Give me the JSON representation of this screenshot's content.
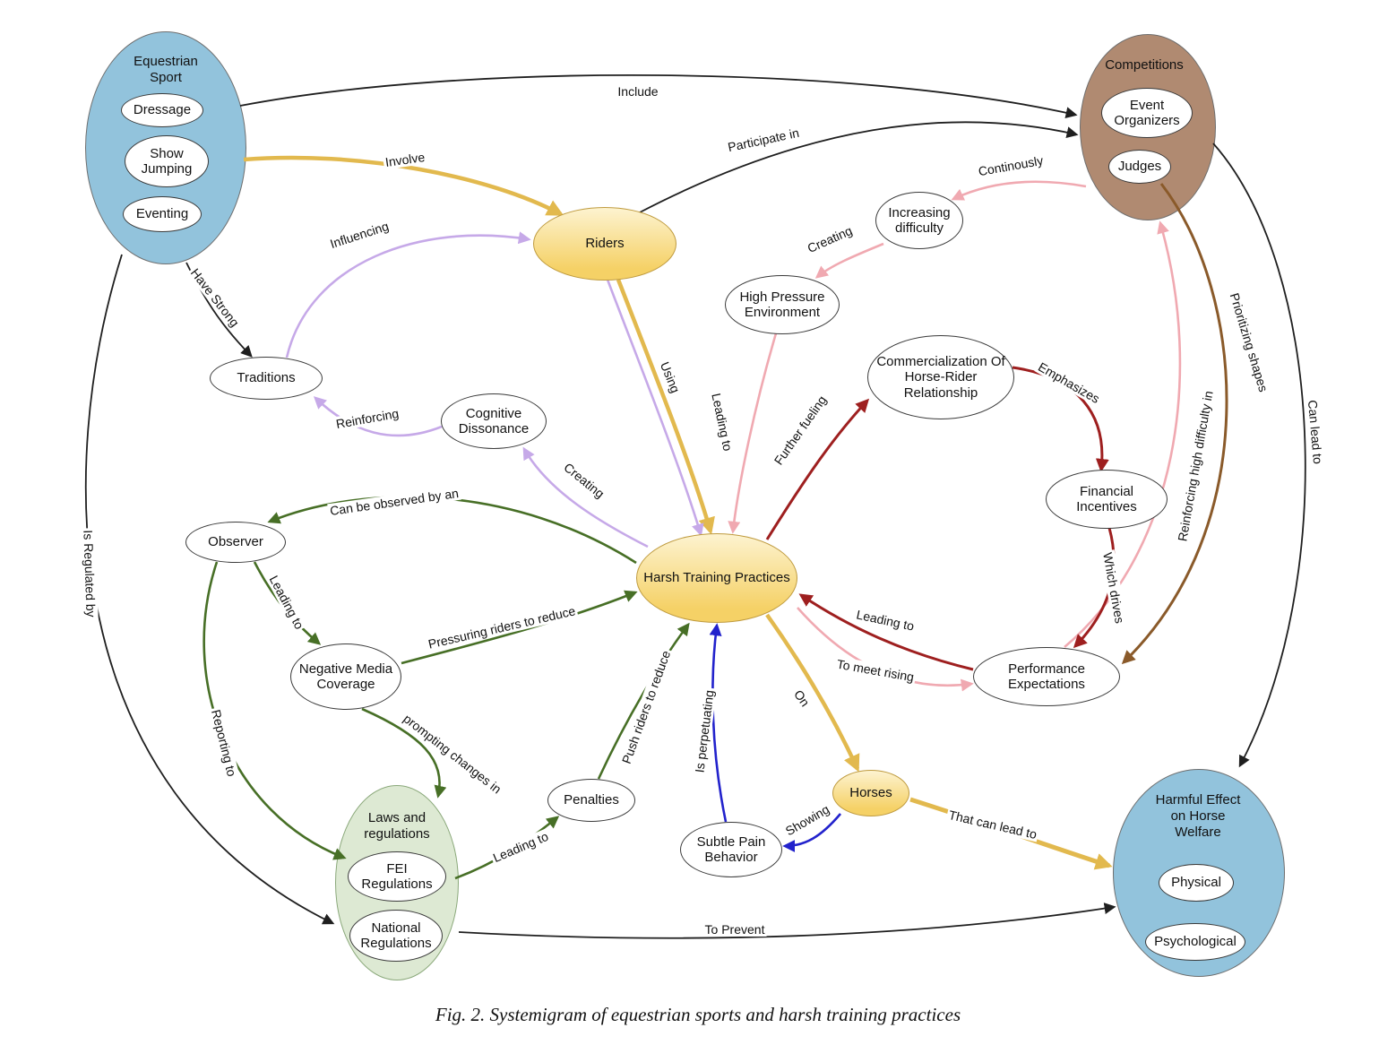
{
  "figure_caption": "Fig. 2. Systemigram of equestrian sports and harsh training practices",
  "colors": {
    "blue_group": "#92c3dc",
    "brown_group": "#b08a71",
    "green_group": "#dde9d3",
    "yellow_node_top": "#fdf3d0",
    "yellow_node_bottom": "#f5d166",
    "edge_black": "#1f1f1f",
    "edge_yellow": "#e2b94e",
    "edge_pink": "#f0a9b1",
    "edge_purple": "#c6a9e8",
    "edge_darkred": "#9e1f1f",
    "edge_green": "#476f26",
    "edge_blue": "#2222cc",
    "edge_brown": "#8a5a2a"
  },
  "nodes": {
    "equestrian_sport": {
      "title": "Equestrian Sport",
      "items": {
        "dressage": "Dressage",
        "show_jumping": "Show Jumping",
        "eventing": "Eventing"
      }
    },
    "competitions": {
      "title": "Competitions",
      "items": {
        "event_organizers": "Event Organizers",
        "judges": "Judges"
      }
    },
    "laws": {
      "title": "Laws and regulations",
      "items": {
        "fei": "FEI Regulations",
        "national": "National Regulations"
      }
    },
    "harmful_effect": {
      "title": "Harmful Effect on Horse Welfare",
      "items": {
        "physical": "Physical",
        "psychological": "Psychological"
      }
    },
    "riders": "Riders",
    "harsh_training": "Harsh Training Practices",
    "horses": "Horses",
    "traditions": "Traditions",
    "cognitive_dissonance": "Cognitive Dissonance",
    "observer": "Observer",
    "negative_media": "Negative Media Coverage",
    "penalties": "Penalties",
    "subtle_pain": "Subtle Pain Behavior",
    "increasing_difficulty": "Increasing difficulty",
    "high_pressure": "High Pressure Environment",
    "commercialization": "Commercialization Of Horse-Rider Relationship",
    "financial_incentives": "Financial Incentives",
    "performance_expectations": "Performance Expectations"
  },
  "edge_labels": {
    "include": "Include",
    "involve": "Involve",
    "participate_in": "Participate in",
    "have_strong": "Have Strong",
    "influencing": "Influencing",
    "reinforcing": "Reinforcing",
    "creating_purple": "Creating",
    "using": "Using",
    "leading_to_pink": "Leading to",
    "creating_pink": "Creating",
    "continously": "Continously",
    "further_fueling": "Further fueling",
    "emphasizes": "Emphasizes",
    "which_drives": "Which drives",
    "leading_to_red": "Leading to",
    "to_meet_rising": "To meet rising",
    "reinforcing_high": "Reinforcing high difficulty in",
    "prioritizing_shapes": "Prioritizing shapes",
    "can_lead_to": "Can lead to",
    "observed_by": "Can be observed by an",
    "leading_to_green1": "Leading to",
    "pressuring": "Pressuring riders to reduce",
    "reporting_to": "Reporting to",
    "prompting": "prompting changes in",
    "leading_to_green2": "Leading to",
    "push_riders": "Push riders to reduce",
    "is_perpetuating": "Is perpetuating",
    "on": "On",
    "showing": "Showing",
    "that_can_lead_to": "That can lead to",
    "is_regulated_by": "Is Regulated by",
    "to_prevent": "To Prevent"
  }
}
